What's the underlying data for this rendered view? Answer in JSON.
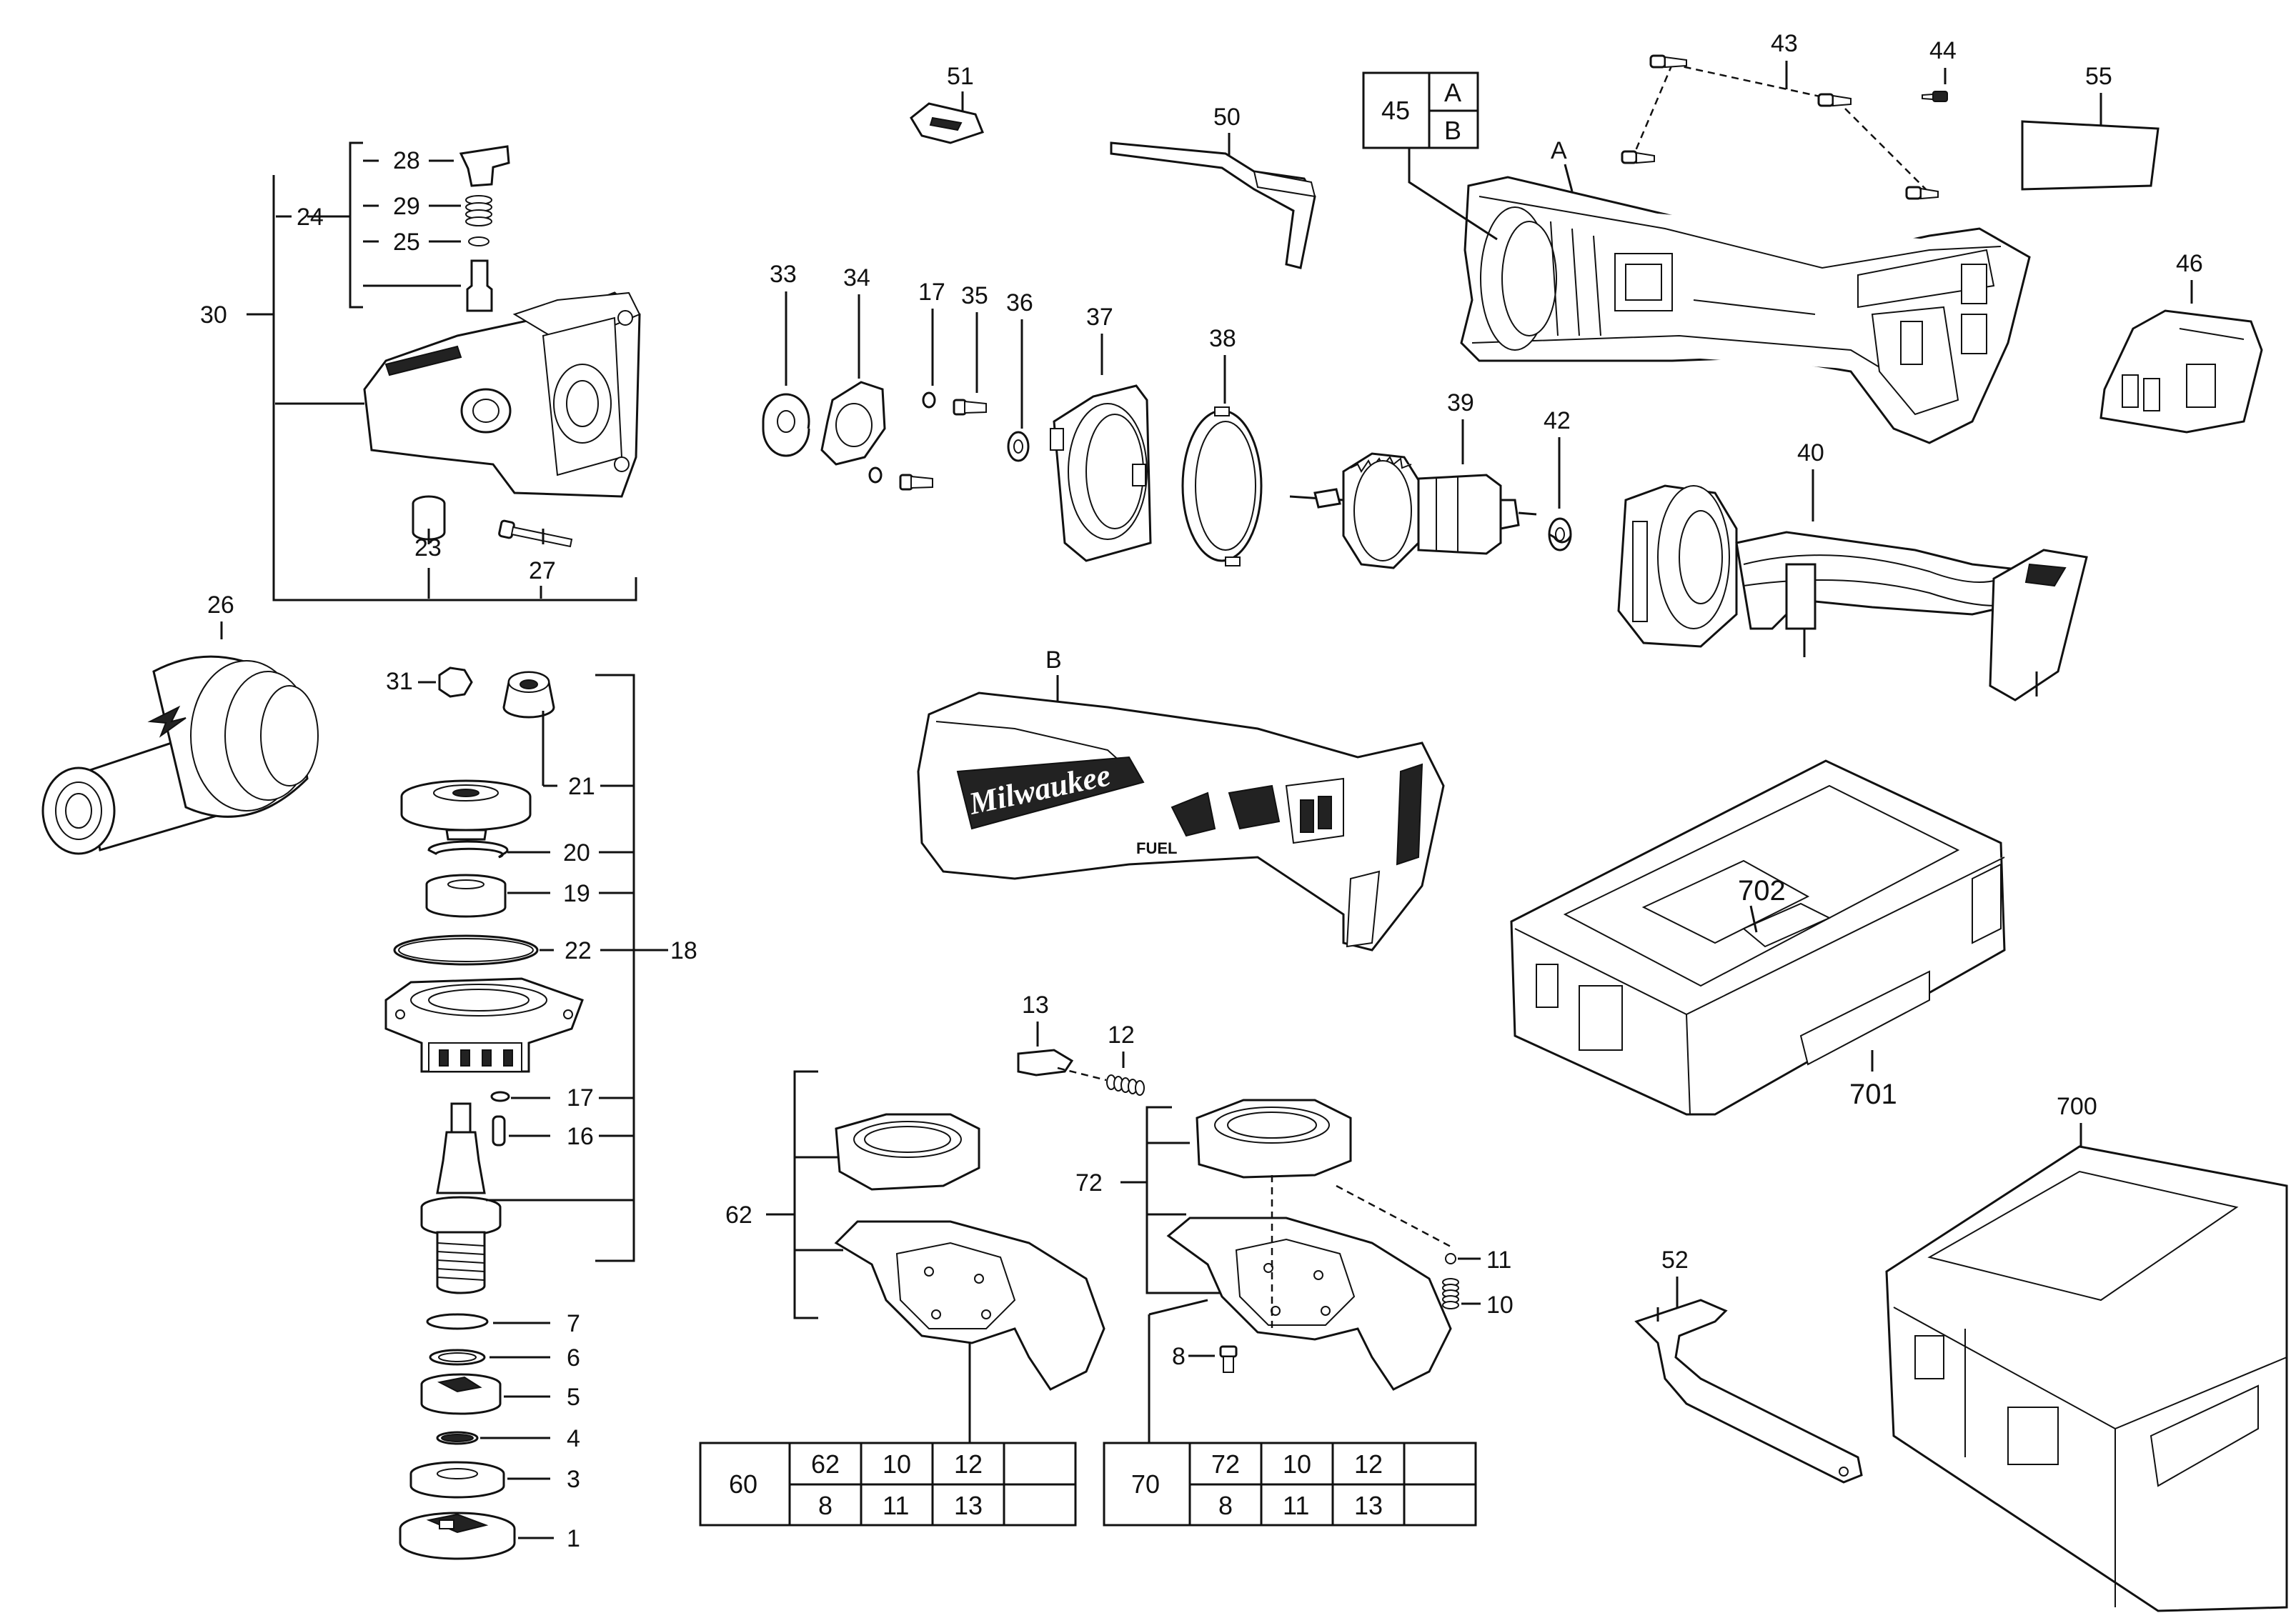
{
  "diagram": {
    "part_labels": {
      "p1": "1",
      "p3": "3",
      "p4": "4",
      "p5": "5",
      "p6": "6",
      "p7": "7",
      "p8": "8",
      "p10": "10",
      "p11": "11",
      "p12": "12",
      "p13": "13",
      "p16": "16",
      "p17a": "17",
      "p17b": "17",
      "p18": "18",
      "p19": "19",
      "p20": "20",
      "p21": "21",
      "p22": "22",
      "p23": "23",
      "p24": "24",
      "p25": "25",
      "p26": "26",
      "p27": "27",
      "p28": "28",
      "p29": "29",
      "p30": "30",
      "p31": "31",
      "p33": "33",
      "p34": "34",
      "p35": "35",
      "p36": "36",
      "p37": "37",
      "p38": "38",
      "p39": "39",
      "p40": "40",
      "p42": "42",
      "p43": "43",
      "p44": "44",
      "p46": "46",
      "p50": "50",
      "p51": "51",
      "p52": "52",
      "p55": "55",
      "p62": "62",
      "p72": "72",
      "p700": "700",
      "p701": "701",
      "p702": "702",
      "pA": "A",
      "pB": "B"
    },
    "box45": {
      "number": "45",
      "top": "A",
      "bottom": "B"
    },
    "kit60": {
      "kit": "60",
      "row1": [
        "62",
        "10",
        "12",
        ""
      ],
      "row2": [
        "8",
        "11",
        "13",
        ""
      ]
    },
    "kit70": {
      "kit": "70",
      "row1": [
        "72",
        "10",
        "12",
        ""
      ],
      "row2": [
        "8",
        "11",
        "13",
        ""
      ]
    },
    "brand_logo": "Milwaukee",
    "brand_badge": "FUEL"
  }
}
